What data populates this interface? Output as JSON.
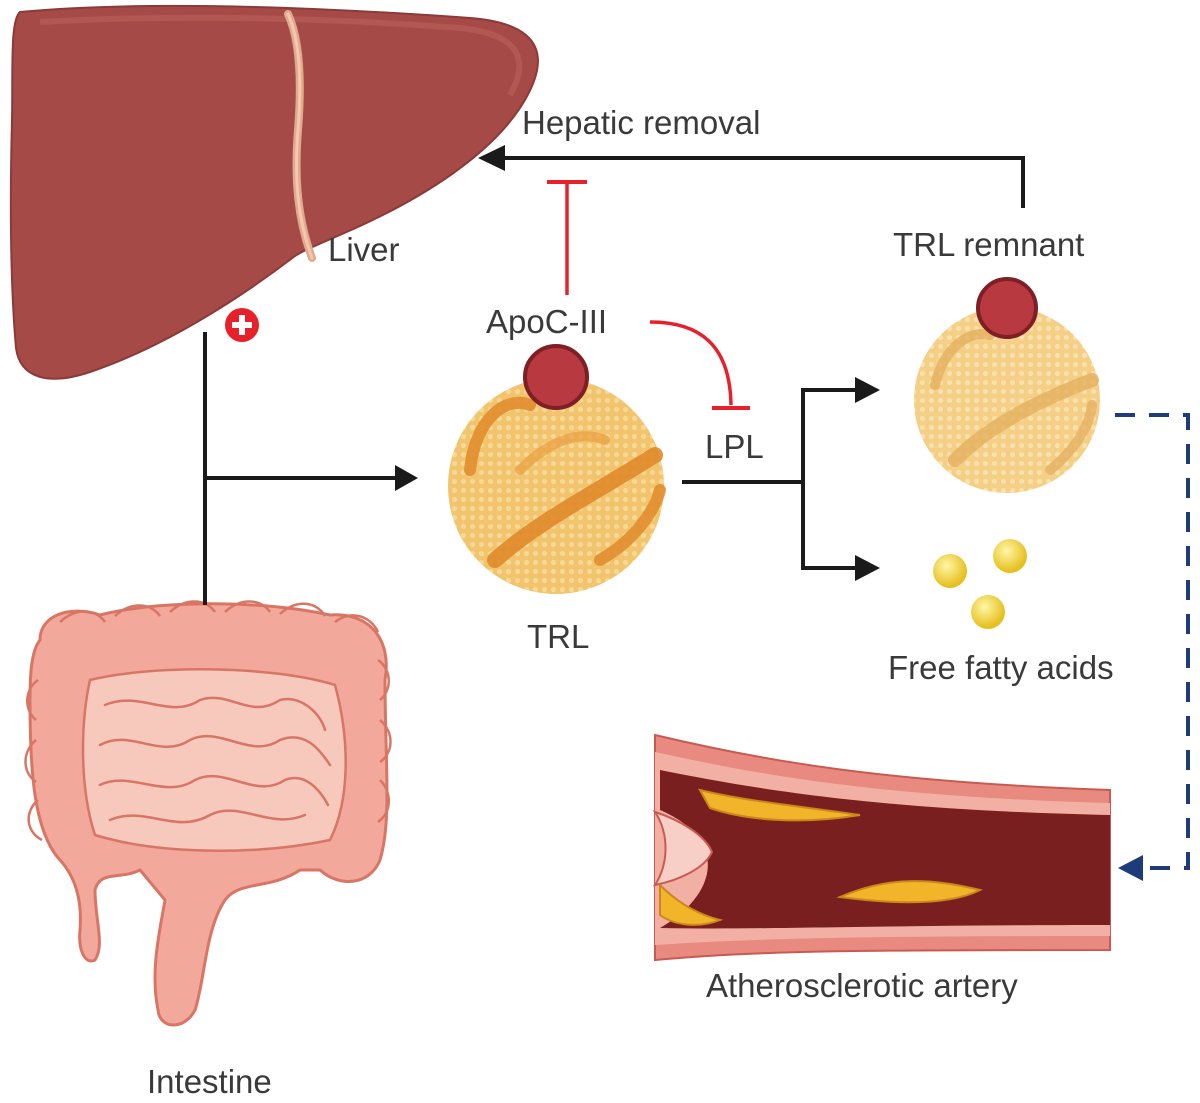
{
  "labels": {
    "liver": "Liver",
    "intestine": "Intestine",
    "hepatic_removal": "Hepatic removal",
    "trl_remnant": "TRL remnant",
    "apoc3": "ApoC-III",
    "lpl": "LPL",
    "trl": "TRL",
    "free_fatty_acids": "Free fatty acids",
    "artery": "Atherosclerotic artery"
  },
  "colors": {
    "liver": "#a64a47",
    "intestine": "#f2a89a",
    "lipoprotein": "#f2c46e",
    "apoc3_particle": "#b8393f",
    "inhibition": "#e8202a",
    "arrow": "#1a1a1a",
    "dashed_path": "#1f3c7a",
    "fatty_acid": "#f2d735",
    "plaque": "#f2b52a",
    "artery_lumen": "#7a1f1f"
  },
  "icons": {
    "stimulation": "plus-circle-icon"
  }
}
